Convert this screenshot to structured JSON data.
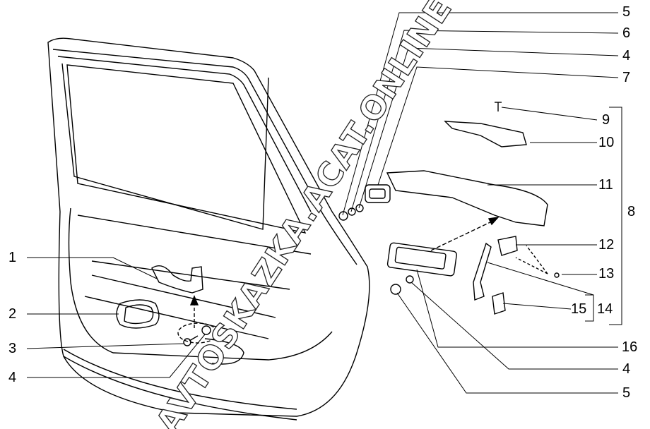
{
  "watermark": "AVTOSKAZKA.ACAT.ONLINE",
  "callouts": {
    "r5a": "5",
    "r6": "6",
    "r4a": "4",
    "r7": "7",
    "r9": "9",
    "r10": "10",
    "r11": "11",
    "r8": "8",
    "r12": "12",
    "r13": "13",
    "r15": "15",
    "r14": "14",
    "r16": "16",
    "r4b": "4",
    "r5b": "5",
    "l1": "1",
    "l2": "2",
    "l3": "3",
    "l4": "4"
  }
}
